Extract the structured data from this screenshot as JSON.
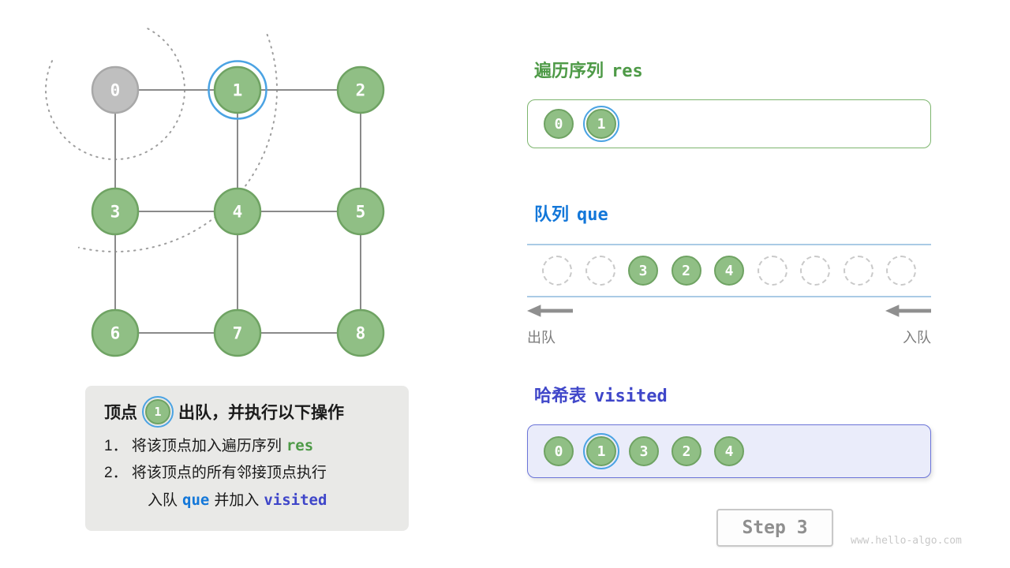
{
  "colors": {
    "node_green_fill": "#90bf85",
    "node_green_stroke": "#6fa363",
    "node_gray_fill": "#bfbfbf",
    "node_gray_stroke": "#a8a8a8",
    "ring_blue": "#4ba3e3",
    "edge_gray": "#8a8a8a",
    "res_green": "#4e9a47",
    "que_blue": "#1377d9",
    "visited_indigo": "#3f46c9"
  },
  "graph": {
    "nodes": [
      {
        "label": "0",
        "row": 0,
        "col": 0,
        "state": "gray",
        "ring": false
      },
      {
        "label": "1",
        "row": 0,
        "col": 1,
        "state": "green",
        "ring": true
      },
      {
        "label": "2",
        "row": 0,
        "col": 2,
        "state": "green",
        "ring": false
      },
      {
        "label": "3",
        "row": 1,
        "col": 0,
        "state": "green",
        "ring": false
      },
      {
        "label": "4",
        "row": 1,
        "col": 1,
        "state": "green",
        "ring": false
      },
      {
        "label": "5",
        "row": 1,
        "col": 2,
        "state": "green",
        "ring": false
      },
      {
        "label": "6",
        "row": 2,
        "col": 0,
        "state": "green",
        "ring": false
      },
      {
        "label": "7",
        "row": 2,
        "col": 1,
        "state": "green",
        "ring": false
      },
      {
        "label": "8",
        "row": 2,
        "col": 2,
        "state": "green",
        "ring": false
      }
    ],
    "edges": [
      [
        0,
        1
      ],
      [
        1,
        2
      ],
      [
        3,
        4
      ],
      [
        4,
        5
      ],
      [
        6,
        7
      ],
      [
        7,
        8
      ],
      [
        0,
        3
      ],
      [
        3,
        6
      ],
      [
        1,
        4
      ],
      [
        4,
        7
      ],
      [
        2,
        5
      ],
      [
        5,
        8
      ]
    ]
  },
  "info_box": {
    "title_pre": "顶点",
    "title_node": "1",
    "title_post": "出队，并执行以下操作",
    "line1_pre": "1． 将该顶点加入遍历序列",
    "line1_code": "res",
    "line2": "2． 将该顶点的所有邻接顶点执行",
    "line3_pre": "入队",
    "line3_code1": "que",
    "line3_mid": "并加入",
    "line3_code2": "visited"
  },
  "res_panel": {
    "title_zh": "遍历序列",
    "title_code": "res",
    "items": [
      {
        "label": "0",
        "ring": false
      },
      {
        "label": "1",
        "ring": true
      }
    ]
  },
  "queue_panel": {
    "title_zh": "队列",
    "title_code": "que",
    "slots": [
      null,
      null,
      "3",
      "2",
      "4",
      null,
      null,
      null,
      null
    ],
    "dequeue_label": "出队",
    "enqueue_label": "入队"
  },
  "visited_panel": {
    "title_zh": "哈希表",
    "title_code": "visited",
    "items": [
      {
        "label": "0",
        "ring": false
      },
      {
        "label": "1",
        "ring": true
      },
      {
        "label": "3",
        "ring": false
      },
      {
        "label": "2",
        "ring": false
      },
      {
        "label": "4",
        "ring": false
      }
    ]
  },
  "step_box": {
    "label": "Step 3"
  },
  "watermark": "www.hello-algo.com"
}
